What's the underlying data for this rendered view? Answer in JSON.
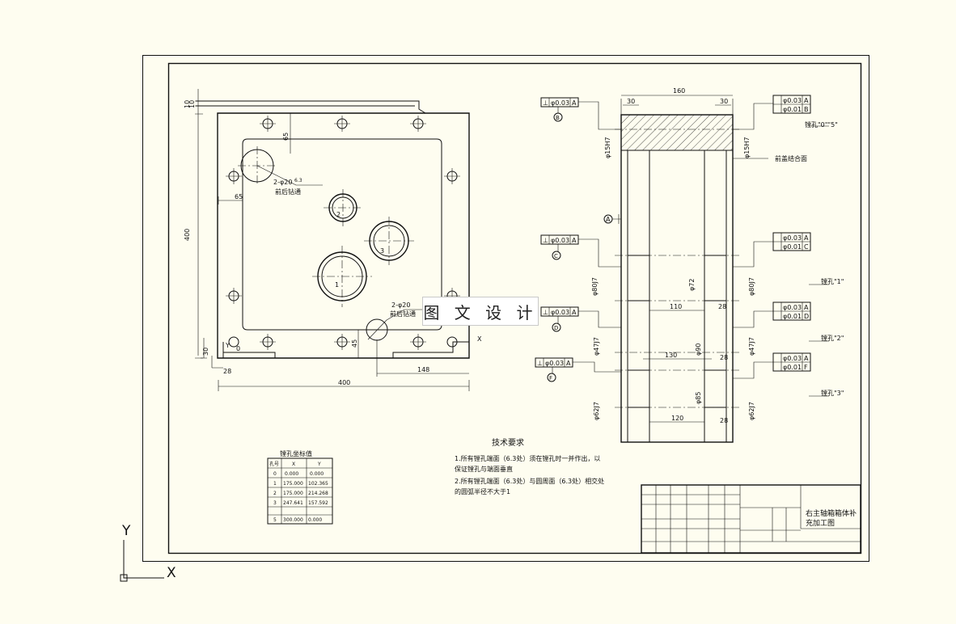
{
  "left_view": {
    "dims": {
      "top_a": "10",
      "top_b": "10",
      "d65v": "65",
      "d65h": "65",
      "d400v": "400",
      "d30": "30",
      "d45": "45",
      "d148": "148",
      "d400h": "400",
      "d28": "28"
    },
    "labels": {
      "hole_note_1": "2-φ20",
      "hole_note_1b": "前后钻通",
      "hole_note_2": "2-φ20",
      "hole_note_2b": "前后钻通",
      "y": "Y",
      "origin": "0",
      "x": "X",
      "h1": "1",
      "h2": "2",
      "h3": "3",
      "rough": "6.3"
    }
  },
  "right_view": {
    "dims": {
      "d160": "160",
      "d30a": "30",
      "d30b": "30",
      "d110": "110",
      "d130": "130",
      "d120": "120",
      "d28a": "28",
      "d28b": "28",
      "d28c": "28"
    },
    "diams": {
      "top_l": "φ15H7",
      "top_r": "φ15H7",
      "r1_l": "φ80J7",
      "r1_r": "φ80J7",
      "r2_l": "φ47J7",
      "r2_r": "φ47J7",
      "r3_l": "φ62J7",
      "r3_r": "φ62J7",
      "c1": "φ72",
      "c2": "φ90",
      "c3": "φ85"
    },
    "labels": {
      "datum_a": "A",
      "front_face": "前盖结合面",
      "hole_05": "镗孔\"0\"\"5\"",
      "hole_1": "镗孔\"1\"",
      "hole_2": "镗孔\"2\"",
      "hole_3": "镗孔\"3\""
    },
    "tol": [
      {
        "sym": "⊥",
        "val": "φ0.03",
        "ref": "A",
        "circ": "B"
      },
      {
        "sym": "⊥",
        "val": "φ0.03",
        "ref": "A",
        "circ": "C"
      },
      {
        "sym": "⊥",
        "val": "φ0.03",
        "ref": "A",
        "circ": "D"
      },
      {
        "sym": "⊥",
        "val": "φ0.03",
        "ref": "A",
        "circ": "F"
      }
    ],
    "tol_r": [
      {
        "r1": "φ0.03",
        "r1ref": "A",
        "r2": "φ0.01",
        "r2ref": "B"
      },
      {
        "r1": "φ0.03",
        "r1ref": "A",
        "r2": "φ0.01",
        "r2ref": "C"
      },
      {
        "r1": "φ0.03",
        "r1ref": "A",
        "r2": "φ0.01",
        "r2ref": "D"
      },
      {
        "r1": "φ0.03",
        "r1ref": "A",
        "r2": "φ0.01",
        "r2ref": "F"
      }
    ]
  },
  "coord_table": {
    "title": "镗孔坐标值",
    "headers": [
      "孔号",
      "X",
      "Y"
    ],
    "rows": [
      [
        "0",
        "0.000",
        "0.000"
      ],
      [
        "1",
        "175.000",
        "102.365"
      ],
      [
        "2",
        "175.000",
        "214.268"
      ],
      [
        "3",
        "247.641",
        "157.592"
      ],
      [
        "",
        "",
        " "
      ],
      [
        "5",
        "300.000",
        "0.000"
      ]
    ]
  },
  "tech": {
    "title": "技术要求",
    "lines": [
      "1.所有镗孔端面（6.3处）须在镗孔时一并作出，以",
      "  保证镗孔与端面垂直",
      "2.所有镗孔端面（6.3处）与圆周面（6.3处）相交处",
      "  的圆弧半径不大于1"
    ]
  },
  "title_block": {
    "name_1": "右主轴箱箱体补",
    "name_2": "充加工图"
  },
  "watermark": "图 文 设 计",
  "ucs": {
    "x": "X",
    "y": "Y"
  }
}
